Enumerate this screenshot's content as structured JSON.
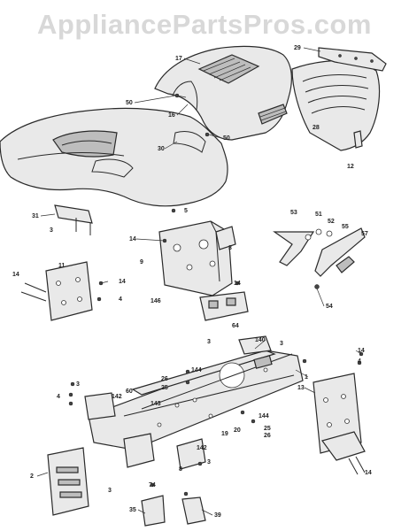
{
  "watermark": "AppliancePartsPros.com",
  "callouts": [
    {
      "id": "c17",
      "label": "17"
    },
    {
      "id": "c29",
      "label": "29"
    },
    {
      "id": "c50a",
      "label": "50"
    },
    {
      "id": "c16",
      "label": "16"
    },
    {
      "id": "c28",
      "label": "28"
    },
    {
      "id": "c30",
      "label": "30"
    },
    {
      "id": "c50b",
      "label": "50"
    },
    {
      "id": "c12",
      "label": "12"
    },
    {
      "id": "c31",
      "label": "31"
    },
    {
      "id": "c3a",
      "label": "3"
    },
    {
      "id": "c5",
      "label": "5"
    },
    {
      "id": "c53",
      "label": "53"
    },
    {
      "id": "c51",
      "label": "51"
    },
    {
      "id": "c52",
      "label": "52"
    },
    {
      "id": "c55",
      "label": "55"
    },
    {
      "id": "c57",
      "label": "57"
    },
    {
      "id": "c14a",
      "label": "14"
    },
    {
      "id": "c9",
      "label": "9"
    },
    {
      "id": "c3b",
      "label": "3"
    },
    {
      "id": "c14b",
      "label": "14"
    },
    {
      "id": "c11",
      "label": "11"
    },
    {
      "id": "c14c",
      "label": "14"
    },
    {
      "id": "c4a",
      "label": "4"
    },
    {
      "id": "c146",
      "label": "146"
    },
    {
      "id": "c14d",
      "label": "14"
    },
    {
      "id": "c54",
      "label": "54"
    },
    {
      "id": "c64",
      "label": "64"
    },
    {
      "id": "c140",
      "label": "140"
    },
    {
      "id": "c3c",
      "label": "3"
    },
    {
      "id": "c3d",
      "label": "3"
    },
    {
      "id": "c14e",
      "label": "14"
    },
    {
      "id": "c4b",
      "label": "4"
    },
    {
      "id": "c144a",
      "label": "144"
    },
    {
      "id": "c26a",
      "label": "26"
    },
    {
      "id": "c25a",
      "label": "25"
    },
    {
      "id": "c1",
      "label": "1"
    },
    {
      "id": "c13",
      "label": "13"
    },
    {
      "id": "c3e",
      "label": "3"
    },
    {
      "id": "c4c",
      "label": "4"
    },
    {
      "id": "c142a",
      "label": "142"
    },
    {
      "id": "c60",
      "label": "60"
    },
    {
      "id": "c143",
      "label": "143"
    },
    {
      "id": "c19",
      "label": "19"
    },
    {
      "id": "c144b",
      "label": "144"
    },
    {
      "id": "c20",
      "label": "20"
    },
    {
      "id": "c25b",
      "label": "25"
    },
    {
      "id": "c26b",
      "label": "26"
    },
    {
      "id": "c142b",
      "label": "142"
    },
    {
      "id": "c3f",
      "label": "3"
    },
    {
      "id": "c8",
      "label": "8"
    },
    {
      "id": "c74",
      "label": "74"
    },
    {
      "id": "c2",
      "label": "2"
    },
    {
      "id": "c3g",
      "label": "3"
    },
    {
      "id": "c35",
      "label": "35"
    },
    {
      "id": "c39",
      "label": "39"
    },
    {
      "id": "c14f",
      "label": "14"
    }
  ]
}
